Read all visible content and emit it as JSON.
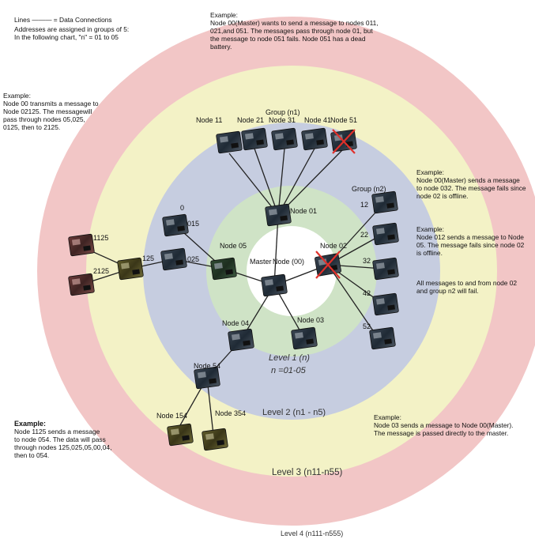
{
  "legend": {
    "lines_label": "Lines ——— = Data Connections",
    "address_line1": "Addresses are assigned in groups of 5:",
    "address_line2": "In the following chart, \"n\" = 01 to 05"
  },
  "levels": {
    "level1_title": "Level 1 (n)",
    "level1_range": "n =01-05",
    "level2": "Level 2 (n1 - n5)",
    "level3": "Level 3 (n11-n55)",
    "level4": "Level 4 (n111-n555)"
  },
  "groups": {
    "n1": "Group (n1)",
    "n2": "Group (n2)"
  },
  "node_labels": {
    "master_left": "Master",
    "master_right": "Node (00)",
    "n01": "Node 01",
    "n02": "Node 02",
    "n03": "Node 03",
    "n04": "Node 04",
    "n05": "Node 05",
    "n11": "Node 11",
    "n21": "Node 21",
    "n31": "Node 31",
    "n41": "Node 41",
    "n51": "Node 51",
    "n54": "Node 54",
    "n154": "Node 154",
    "n354": "Node 354",
    "g12": "12",
    "g22": "22",
    "g32": "32",
    "g42": "42",
    "g52": "52",
    "g0": "0",
    "g015": "015",
    "g025": "025",
    "g125": "125",
    "g1125": "1125",
    "g2125": "2125"
  },
  "notes": {
    "top": {
      "heading": "Example:",
      "lines": [
        "Node 00(Master) wants to send a message to nodes 011,",
        "021,and 051. The messages pass through node 01, but",
        "the message to node 051 fails. Node 051 has a dead",
        "battery."
      ]
    },
    "left": {
      "heading": "Example:",
      "lines": [
        "Node 00 transmits a message to",
        "Node 02125. The messagewill",
        "pass through nodes 05,025,",
        "0125, then to 2125."
      ]
    },
    "right1": {
      "heading": "Example:",
      "lines": [
        "Node 00(Master) sends a message",
        "to node 032. The message fails since",
        "node 02 is offline."
      ]
    },
    "right2": {
      "heading": "Example:",
      "lines": [
        "Node 012 sends a message to Node",
        "05. The message fails since node 02",
        "is offline."
      ]
    },
    "right3": {
      "lines": [
        "All messages to and from node 02",
        "and group n2 will fail."
      ]
    },
    "bottom_left": {
      "heading": "Example:",
      "lines": [
        "Node 1125 sends a message",
        "to node 054. The data will pass",
        "through nodes 125,025,05,00,04,",
        "then to 054."
      ]
    },
    "bottom_right": {
      "heading": "Example:",
      "lines": [
        "Node 03 sends a message to Node 00(Master).",
        "The message is passed directly to the master."
      ]
    }
  },
  "colors": {
    "level4_ring": "#f2c6c6",
    "level3_ring": "#f3f2c6",
    "level2_ring": "#c6cde0",
    "level1_ring": "#cfe3c6",
    "center": "#ffffff",
    "failure_mark": "#e0302a"
  }
}
